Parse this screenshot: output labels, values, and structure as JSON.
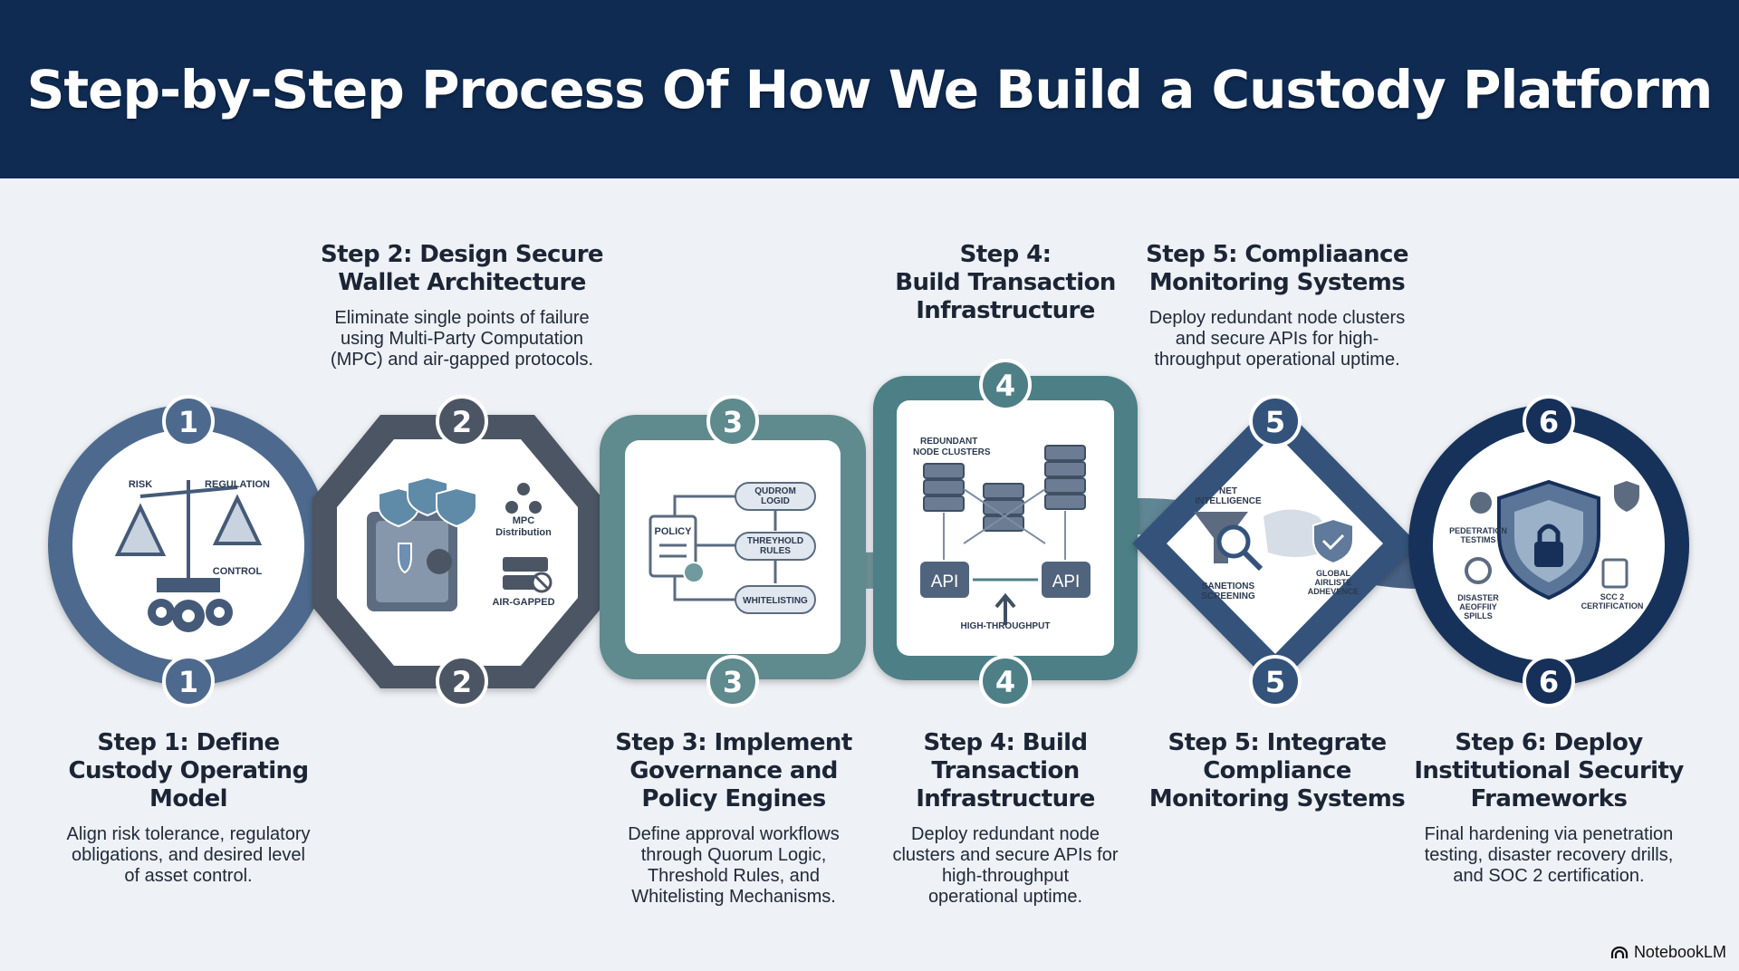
{
  "title": "Step-by-Step Process Of How We Build a Custody Platform",
  "brand": "NotebookLM",
  "steps": [
    {
      "number": "1",
      "heading": "Step 1: Define\nCustody Operating\nModel",
      "description": "Align risk tolerance, regulatory\nobligations, and desired level\nof asset control.",
      "icon_labels": [
        "RISK",
        "REGULATION",
        "CONTROL"
      ],
      "color": "#4d6a8e"
    },
    {
      "number": "2",
      "heading": "Step 2: Design Secure\nWallet Architecture",
      "description": "Eliminate single points of failure\nusing Multi-Party Computation\n(MPC) and air-gapped protocols.",
      "icon_labels": [
        "MPC\nDistribution",
        "AIR-GAPPED"
      ],
      "color": "#4c5563"
    },
    {
      "number": "3",
      "heading": "Step 3: Implement\nGovernance and\nPolicy Engines",
      "description": "Define approval workflows\nthrough Quorum Logic,\nThreshold Rules, and\nWhitelisting Mechanisms.",
      "icon_labels": [
        "POLICY",
        "QUDROM\nLOGID",
        "THREYHOLD\nRULES",
        "WHITELISTING"
      ],
      "color": "#5f8a8e"
    },
    {
      "number": "4",
      "heading": "Step 4: Build\nTransaction\nInfrastructure",
      "description": "Deploy redundant node\nclusters and secure APIs for\nhigh-throughput\noperational uptime.",
      "top_heading": "Step 4:\nBuild Transaction\nInfrastructure",
      "icon_labels": [
        "REDUNDANT\nNODE CLUSTERS",
        "API",
        "API",
        "HIGH-THROUGHPUT"
      ],
      "color": "#4e7f87"
    },
    {
      "number": "5",
      "heading": "Step 5: Integrate\nCompliance\nMonitoring Systems",
      "top_heading": "Step 5: Compliaance\nMonitoring Systems",
      "top_description": "Deploy redundant node clusters\nand secure APIs for high-\nthroughput operational uptime.",
      "icon_labels": [
        "NET\nINTELLIGENCE",
        "SANETIONS\nSCREENING",
        "GLOBAL\nAIRLISTE\nADHEVENCE"
      ],
      "color": "#34537a"
    },
    {
      "number": "6",
      "heading": "Step 6: Deploy\nInstitutional Security\nFrameworks",
      "description": "Final hardening via penetration\ntesting, disaster recovery drills,\nand SOC 2 certification.",
      "icon_labels": [
        "PEDETRATION\nTESTIMS",
        "DISASTER\nAEOFFIIY\nSPILLS",
        "SCC 2\nCERTIFICATION"
      ],
      "color": "#17305a"
    }
  ]
}
